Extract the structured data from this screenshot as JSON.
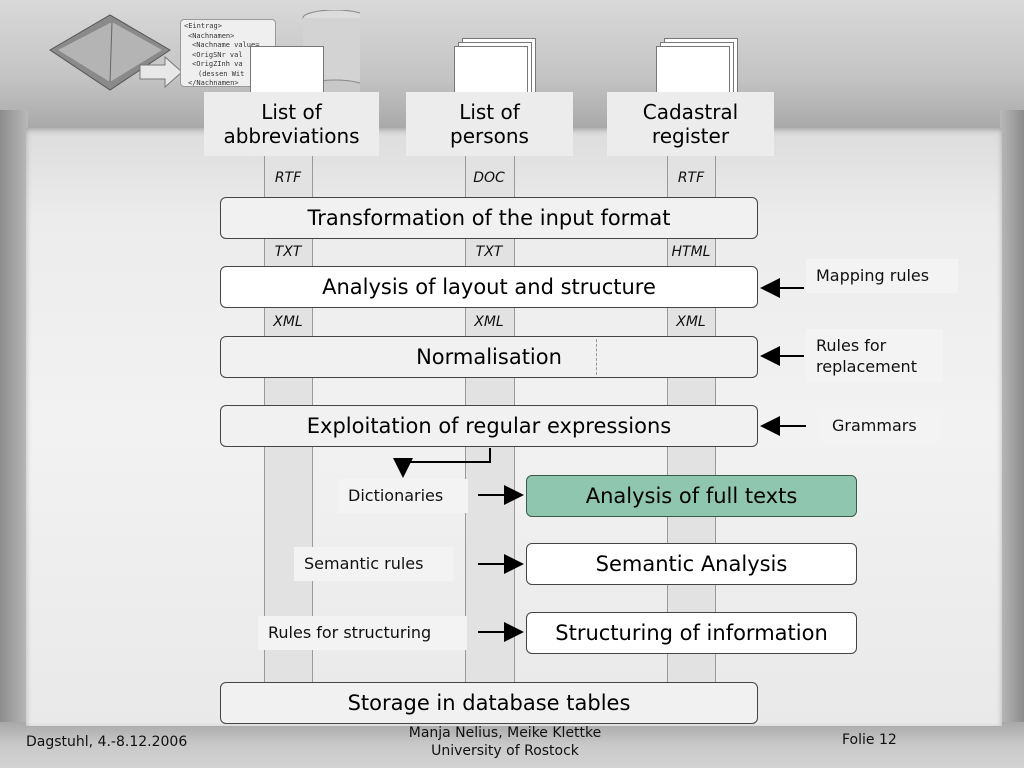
{
  "header_illustration": {
    "xml_snippet": [
      "<Eintrag>",
      "<Nachnamen>",
      "<Nachname value=",
      "<OrigSNr val",
      "<OrigZInh va",
      "(dessen Wit",
      "</Nachnamen>"
    ]
  },
  "sources": [
    {
      "label_line1": "List of",
      "label_line2": "abbreviations",
      "in_format": "RTF",
      "txt_format": "TXT",
      "xml_format": "XML"
    },
    {
      "label_line1": "List of",
      "label_line2": "persons",
      "in_format": "DOC",
      "txt_format": "TXT",
      "xml_format": "XML"
    },
    {
      "label_line1": "Cadastral",
      "label_line2": "register",
      "in_format": "RTF",
      "txt_format": "HTML",
      "xml_format": "XML"
    }
  ],
  "steps": {
    "transformation": "Transformation of the input format",
    "layout": "Analysis of layout and structure",
    "normalisation": "Normalisation",
    "regex": "Exploitation of regular expressions",
    "fulltext": "Analysis of full texts",
    "semantic": "Semantic Analysis",
    "structuring": "Structuring of information",
    "storage": "Storage in database tables"
  },
  "inputs": {
    "mapping_rules": "Mapping rules",
    "replacement_line1": "Rules for",
    "replacement_line2": "replacement",
    "grammars": "Grammars",
    "dictionaries": "Dictionaries",
    "semantic_rules": "Semantic rules",
    "structuring_rules": "Rules for structuring"
  },
  "footer": {
    "left": "Dagstuhl, 4.-8.12.2006",
    "center_line1": "Manja Nelius, Meike Klettke",
    "center_line2": "University of Rostock",
    "right": "Folie 12"
  },
  "colors": {
    "highlight_box": "#8fc6af",
    "panel": "#f2f2f2"
  }
}
